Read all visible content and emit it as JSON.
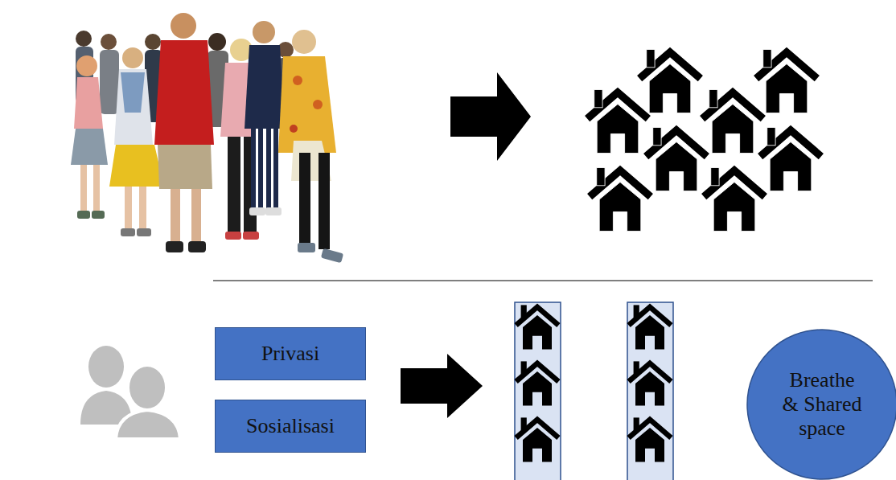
{
  "diagram": {
    "nodes": [
      {
        "text": [
          "Privasi"
        ]
      },
      {
        "text": [
          "Sosialisasi"
        ]
      },
      {
        "text": [
          "Breathe & Shared space"
        ]
      }
    ]
  }
}
